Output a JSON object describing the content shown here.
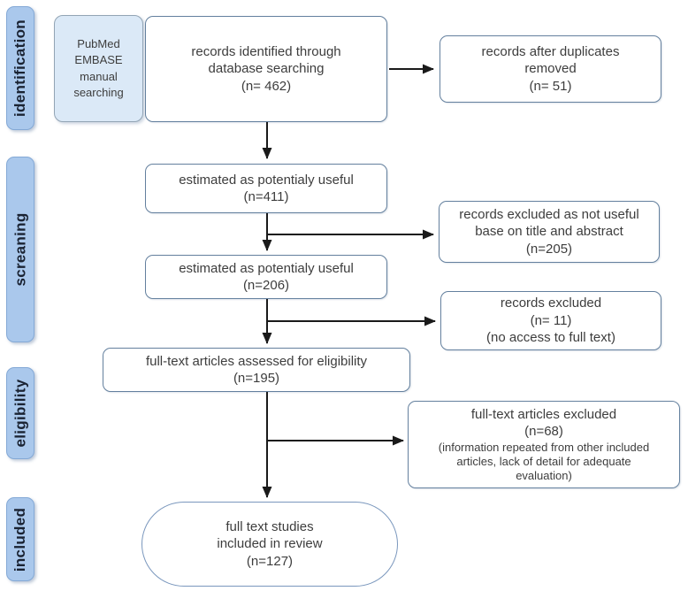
{
  "palette": {
    "stage_fill": "#aac8ec",
    "stage_border": "#84a9d6",
    "stage_text": "#1a2333",
    "sources_fill": "#dbe9f7",
    "box_border": "#64809e",
    "oval_border": "#7a97bd",
    "arrow": "#1a1a1a",
    "text": "#3d3d3d"
  },
  "stages": {
    "identification": "identification",
    "screening": "screaning",
    "eligibility": "eligibility",
    "included": "included"
  },
  "nodes": {
    "sources": {
      "text": "PubMed\nEMBASE\nmanual\nsearching"
    },
    "identified": {
      "text": "records identified through\ndatabase searching\n(n= 462)",
      "n": 462
    },
    "duplicates": {
      "text": "records after duplicates\nremoved\n(n= 51)",
      "n": 51
    },
    "screened_1": {
      "text": "estimated as potentialy useful\n(n=411)",
      "n": 411
    },
    "excluded_titleabs": {
      "text": "records excluded as not useful\nbase on title and abstract\n(n=205)",
      "n": 205
    },
    "screened_2": {
      "text": "estimated as potentialy useful\n(n=206)",
      "n": 206
    },
    "excluded_noaccess": {
      "text": "records excluded\n(n= 11)\n(no access to full text)",
      "n": 11
    },
    "eligibility": {
      "text": "full-text articles assessed for eligibility\n(n=195)",
      "n": 195
    },
    "fulltext_excluded": {
      "title": "full-text articles excluded\n(n=68)",
      "note": "(information repeated from other included\narticles, lack of detail for adequate\nevaluation)",
      "n": 68
    },
    "included": {
      "text": "full text studies\nincluded in review\n(n=127)",
      "n": 127
    }
  }
}
